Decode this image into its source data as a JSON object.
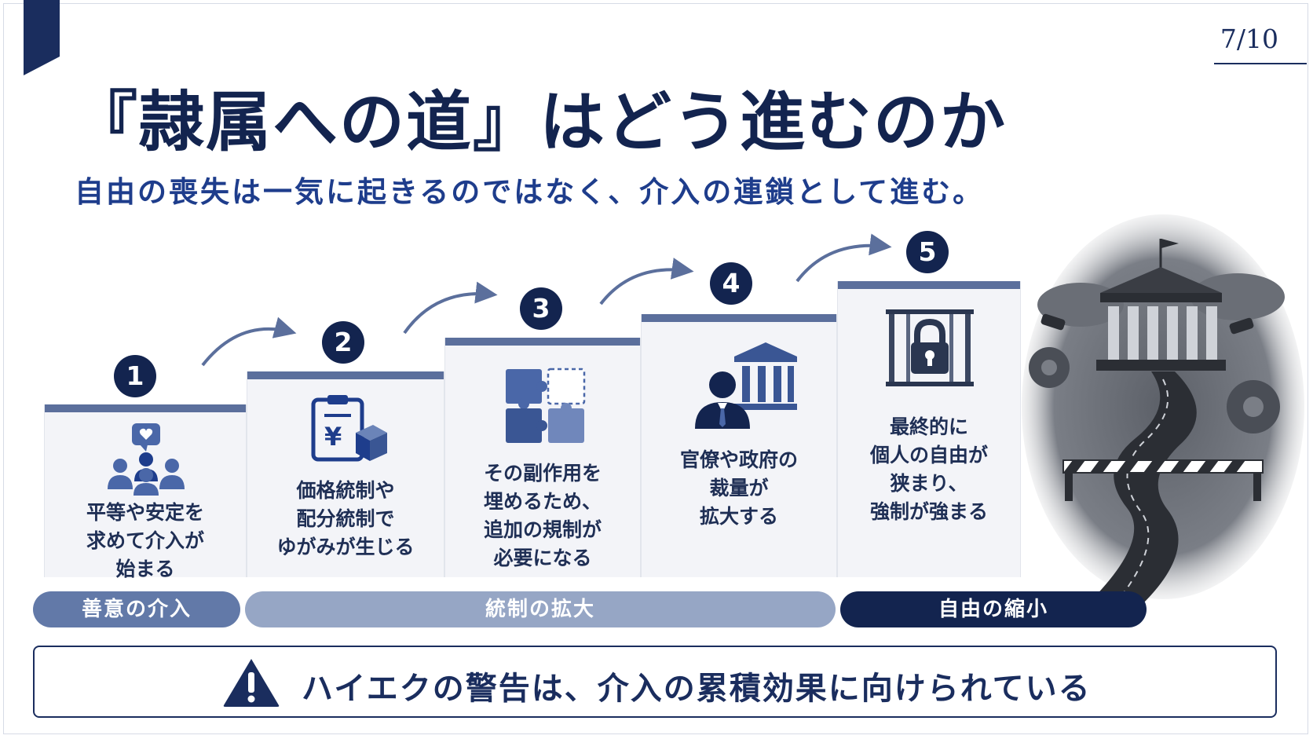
{
  "page_number": "7/10",
  "title": "『隷属への道』はどう進むのか",
  "subtitle": "自由の喪失は一気に起きるのではなく、介入の連鎖として進む。",
  "steps": [
    {
      "number": "1",
      "text": "平等や安定を\n求めて介入が\n始まる",
      "icon": "community-heart-icon"
    },
    {
      "number": "2",
      "text": "価格統制や\n配分統制で\nゆがみが生じる",
      "icon": "price-control-clipboard-icon"
    },
    {
      "number": "3",
      "text": "その副作用を\n埋めるため、\n追加の規制が\n必要になる",
      "icon": "puzzle-icon"
    },
    {
      "number": "4",
      "text": "官僚や政府の\n裁量が\n拡大する",
      "icon": "bureaucrat-government-icon"
    },
    {
      "number": "5",
      "text": "最終的に\n個人の自由が\n狭まり、\n強制が強まる",
      "icon": "padlock-bars-icon"
    }
  ],
  "phases": [
    {
      "label": "善意の介入",
      "color": "#6279a8"
    },
    {
      "label": "統制の拡大",
      "color": "#96a6c5"
    },
    {
      "label": "自由の縮小",
      "color": "#13244f"
    }
  ],
  "warning": {
    "icon": "warning-icon",
    "text": "ハイエクの警告は、介入の累積効果に向けられている"
  },
  "colors": {
    "navy": "#13244f",
    "accent_blue": "#1e3d8c",
    "step_cap": "#5b6f9c",
    "step_bg": "#f3f4f8"
  }
}
